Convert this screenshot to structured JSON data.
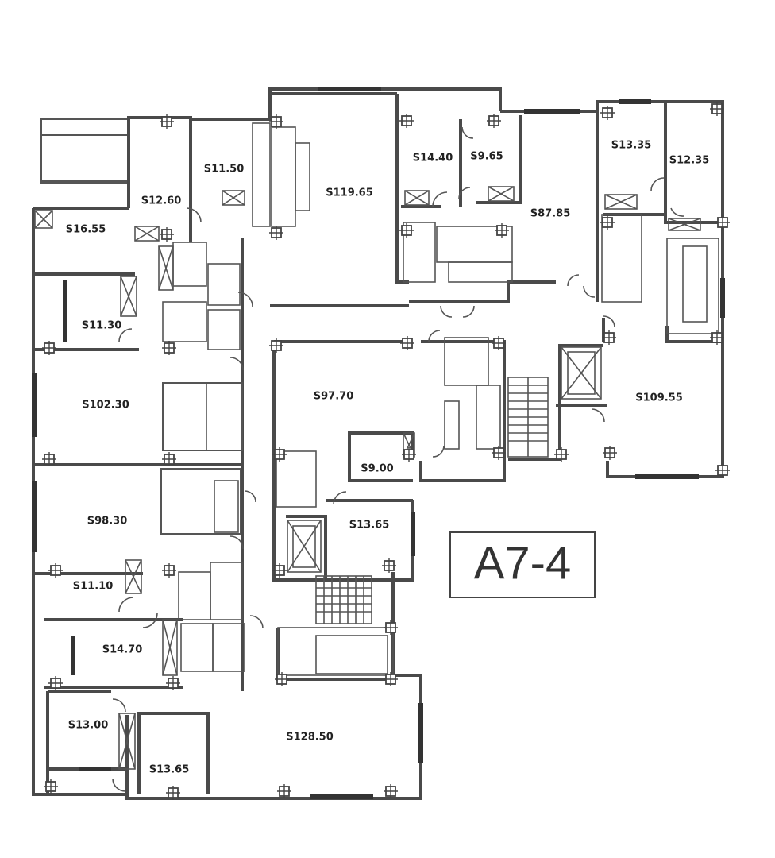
{
  "plan": {
    "title": "A7-4",
    "rooms": [
      {
        "id": "r1",
        "label": "S11.50"
      },
      {
        "id": "r2",
        "label": "S12.60"
      },
      {
        "id": "r3",
        "label": "S119.65"
      },
      {
        "id": "r4",
        "label": "S14.40"
      },
      {
        "id": "r5",
        "label": "S9.65"
      },
      {
        "id": "r6",
        "label": "S87.85"
      },
      {
        "id": "r7",
        "label": "S13.35"
      },
      {
        "id": "r8",
        "label": "S12.35"
      },
      {
        "id": "r9",
        "label": "S16.55"
      },
      {
        "id": "r10",
        "label": "S11.30"
      },
      {
        "id": "r11",
        "label": "S102.30"
      },
      {
        "id": "r12",
        "label": "S97.70"
      },
      {
        "id": "r13",
        "label": "S109.55"
      },
      {
        "id": "r14",
        "label": "S9.00"
      },
      {
        "id": "r15",
        "label": "S98.30"
      },
      {
        "id": "r16",
        "label": "S13.65"
      },
      {
        "id": "r17",
        "label": "S11.10"
      },
      {
        "id": "r18",
        "label": "S14.70"
      },
      {
        "id": "r19",
        "label": "S13.00"
      },
      {
        "id": "r20",
        "label": "S128.50"
      },
      {
        "id": "r21",
        "label": "S13.65"
      }
    ]
  }
}
